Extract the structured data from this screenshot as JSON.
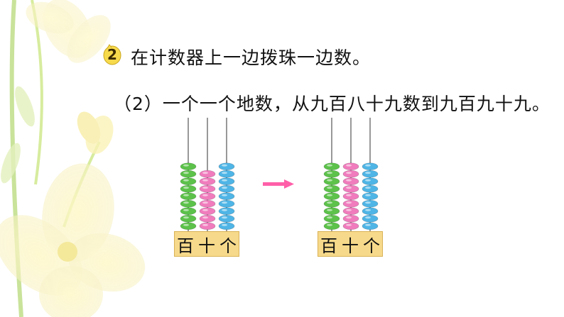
{
  "step_number": "2",
  "instruction": "在计数器上一边拨珠一边数。",
  "subtask": "（2）一个一个地数，从九百八十九数到九百九十九。",
  "abacus_before": {
    "hundreds_beads": 9,
    "tens_beads": 8,
    "ones_beads": 9,
    "labels": [
      "百",
      "十",
      "个"
    ]
  },
  "abacus_after": {
    "hundreds_beads": 9,
    "tens_beads": 9,
    "ones_beads": 9,
    "labels": [
      "百",
      "十",
      "个"
    ]
  },
  "colors": {
    "hundreds": "#5cc24a",
    "tens": "#f07cbd",
    "ones": "#4fb5e6",
    "arrow": "#ff5fa8",
    "label_bg": "#f6d98a"
  }
}
